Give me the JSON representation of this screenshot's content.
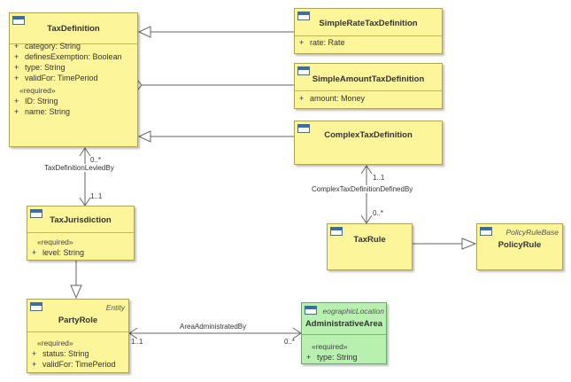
{
  "classes": {
    "tax_definition": {
      "name": "TaxDefinition",
      "attrs": [
        {
          "vis": "+",
          "text": "category: String"
        },
        {
          "vis": "+",
          "text": "definesExemption: Boolean"
        },
        {
          "vis": "+",
          "text": "type: String"
        },
        {
          "vis": "+",
          "text": "validFor: TimePeriod"
        }
      ],
      "required_label": "«required»",
      "required_attrs": [
        {
          "vis": "+",
          "text": "ID: String"
        },
        {
          "vis": "+",
          "text": "name: String"
        }
      ]
    },
    "simple_rate": {
      "name": "SimpleRateTaxDefinition",
      "attrs": [
        {
          "vis": "+",
          "text": "rate: Rate"
        }
      ]
    },
    "simple_amount": {
      "name": "SimpleAmountTaxDefinition",
      "attrs": [
        {
          "vis": "+",
          "text": "amount: Money"
        }
      ]
    },
    "complex": {
      "name": "ComplexTaxDefinition"
    },
    "tax_jurisdiction": {
      "name": "TaxJurisdiction",
      "required_label": "«required»",
      "required_attrs": [
        {
          "vis": "+",
          "text": "level: String"
        }
      ]
    },
    "tax_rule": {
      "name": "TaxRule"
    },
    "policy_rule": {
      "stereotype": "PolicyRuleBase",
      "name": "PolicyRule"
    },
    "party_role": {
      "stereotype": "Entity",
      "name": "PartyRole",
      "required_label": "«required»",
      "required_attrs": [
        {
          "vis": "+",
          "text": "status: String"
        },
        {
          "vis": "+",
          "text": "validFor: TimePeriod"
        }
      ]
    },
    "admin_area": {
      "stereotype": "eographicLocation",
      "name": "AdministrativeArea",
      "required_label": "«required»",
      "required_attrs": [
        {
          "vis": "+",
          "text": "type: String"
        }
      ]
    }
  },
  "associations": {
    "levied_by": {
      "label": "TaxDefinitionLeviedBy",
      "mult_top": "0..*",
      "mult_bottom": "1..1"
    },
    "defined_by": {
      "label": "ComplexTaxDefinitionDefinedBy",
      "mult_top": "1..1",
      "mult_bottom": "0..*"
    },
    "administrated_by": {
      "label": "AreaAdministratedBy",
      "mult_left": "1..1",
      "mult_right": "0..*"
    }
  }
}
